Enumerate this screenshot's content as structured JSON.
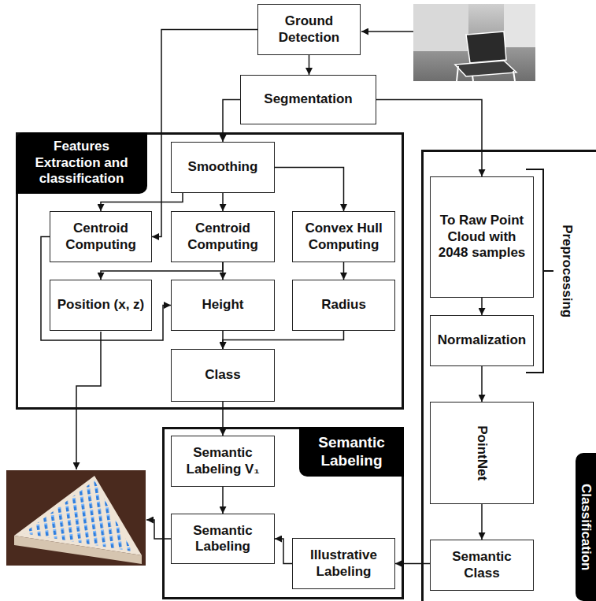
{
  "diagram": {
    "nodes": [
      {
        "text": [
          "Ground Detection"
        ]
      },
      {
        "text": [
          "Segmentation"
        ]
      },
      {
        "text": [
          "Features Extraction and classification"
        ]
      },
      {
        "text": [
          "Smoothing"
        ],
        "in": 2
      },
      {
        "text": [
          "Centroid Computing"
        ],
        "in": 2
      },
      {
        "text": [
          "Centroid Computing"
        ],
        "in": 2
      },
      {
        "text": [
          "Convex Hull Computing"
        ],
        "in": 2
      },
      {
        "text": [
          "Position (x, z)"
        ],
        "in": 2
      },
      {
        "text": [
          "Height"
        ],
        "in": 2
      },
      {
        "text": [
          "Radius"
        ],
        "in": 2
      },
      {
        "text": [
          "Class"
        ],
        "in": 2
      },
      {
        "text": [
          "Semantic Labeling"
        ]
      },
      {
        "text": [
          "Semantic Labeling V₁"
        ],
        "in": 11
      },
      {
        "text": [
          "Semantic Labeling"
        ],
        "in": 11
      },
      {
        "text": [
          "Illustrative Labeling"
        ],
        "in": 11
      },
      {
        "text": [
          "Classification"
        ]
      },
      {
        "text": [
          "To Raw Point Cloud with 2048 samples"
        ],
        "in": 15
      },
      {
        "text": [
          "Normalization"
        ],
        "in": 15
      },
      {
        "text": [
          "PointNet"
        ],
        "in": 15
      },
      {
        "text": [
          "Semantic Class"
        ],
        "in": 15
      }
    ],
    "edges": [
      {
        "from": 0,
        "to": 1,
        "arrow": "to"
      },
      {
        "from": 0,
        "to": 4,
        "arrow": "to"
      },
      {
        "from": 1,
        "to": 3,
        "arrow": "to"
      },
      {
        "from": 1,
        "to": 16,
        "arrow": "to"
      },
      {
        "from": 3,
        "to": 5,
        "arrow": "to"
      },
      {
        "from": 3,
        "to": 6,
        "arrow": "to"
      },
      {
        "from": 3,
        "to": 4,
        "arrow": "to"
      },
      {
        "from": 4,
        "to": 8,
        "arrow": "to"
      },
      {
        "from": 5,
        "to": 7,
        "arrow": "to"
      },
      {
        "from": 5,
        "to": 8,
        "arrow": "to"
      },
      {
        "from": 6,
        "to": 9,
        "arrow": "to"
      },
      {
        "from": 8,
        "to": 10,
        "arrow": "to"
      },
      {
        "from": 9,
        "to": 10,
        "arrow": "to"
      },
      {
        "from": 10,
        "to": 12,
        "arrow": "to"
      },
      {
        "from": 12,
        "to": 13,
        "arrow": "to"
      },
      {
        "from": 14,
        "to": 13,
        "arrow": "to"
      },
      {
        "from": 16,
        "to": 17,
        "arrow": "to"
      },
      {
        "from": 17,
        "to": 18,
        "arrow": "to"
      },
      {
        "from": 18,
        "to": 19,
        "arrow": "to"
      },
      {
        "from": 19,
        "to": 14,
        "arrow": "to"
      }
    ],
    "labels": [
      "Preprocessing"
    ]
  }
}
